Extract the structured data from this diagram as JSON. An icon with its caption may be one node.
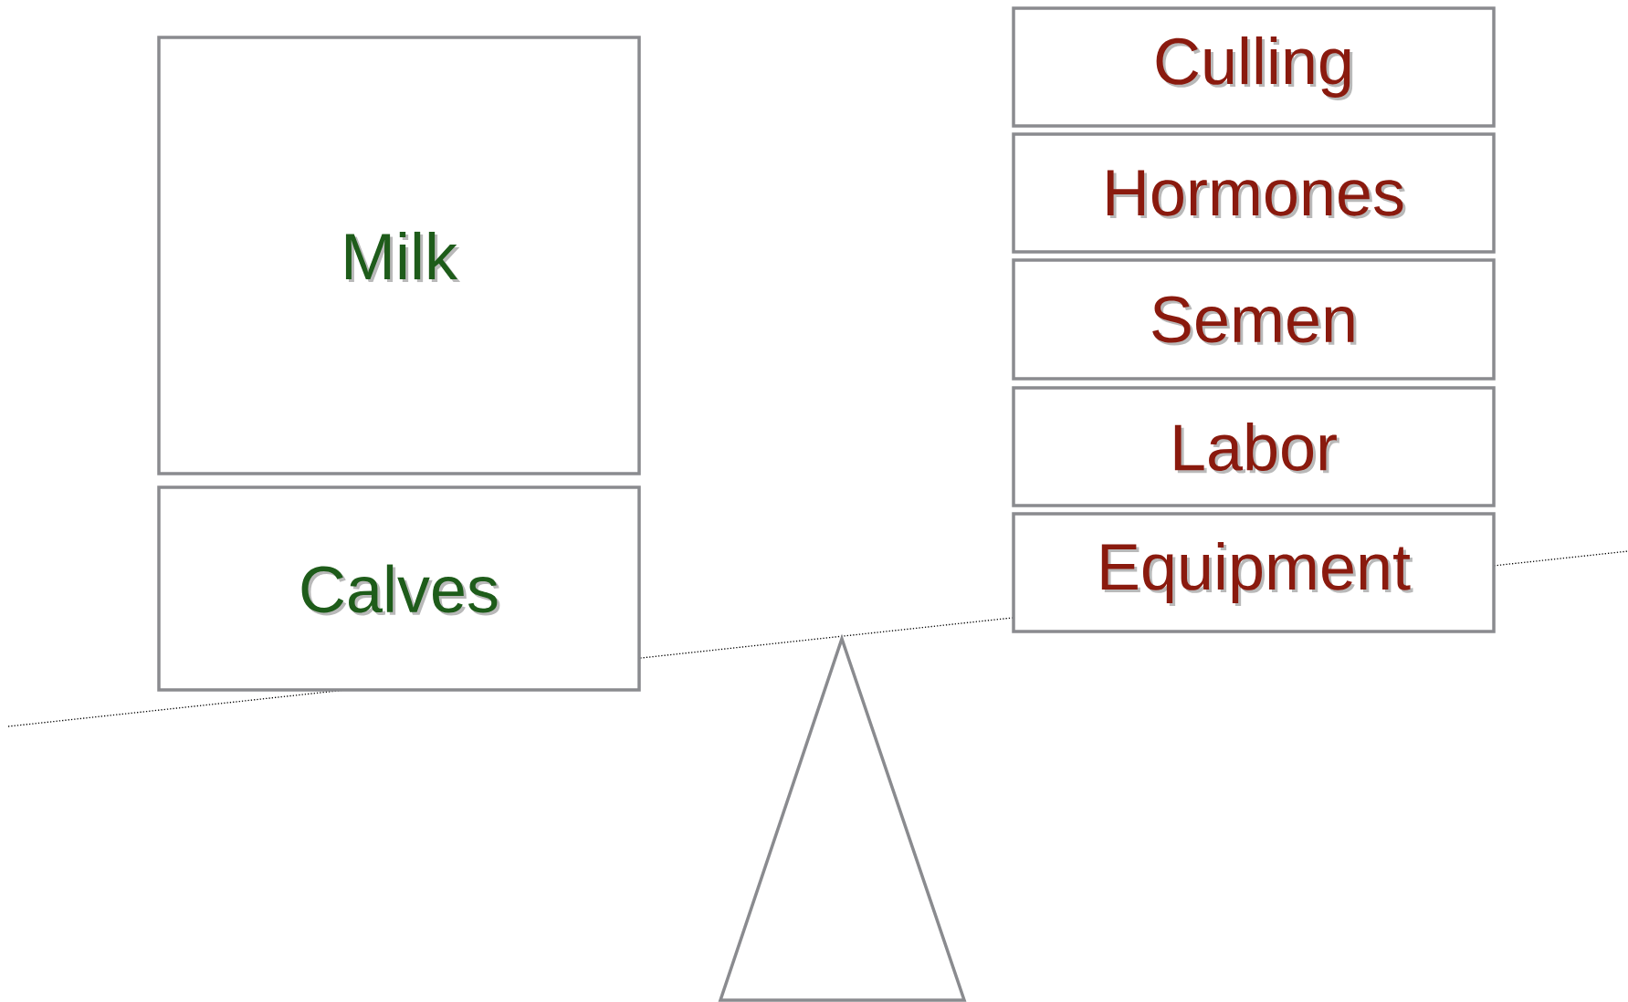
{
  "diagram": {
    "nodes": [
      {
        "text": [
          "Milk"
        ]
      },
      {
        "text": [
          "Calves"
        ]
      },
      {
        "text": [
          "Culling"
        ]
      },
      {
        "text": [
          "Hormones"
        ]
      },
      {
        "text": [
          "Semen"
        ]
      },
      {
        "text": [
          "Labor"
        ]
      },
      {
        "text": [
          "Equipment"
        ]
      }
    ]
  }
}
